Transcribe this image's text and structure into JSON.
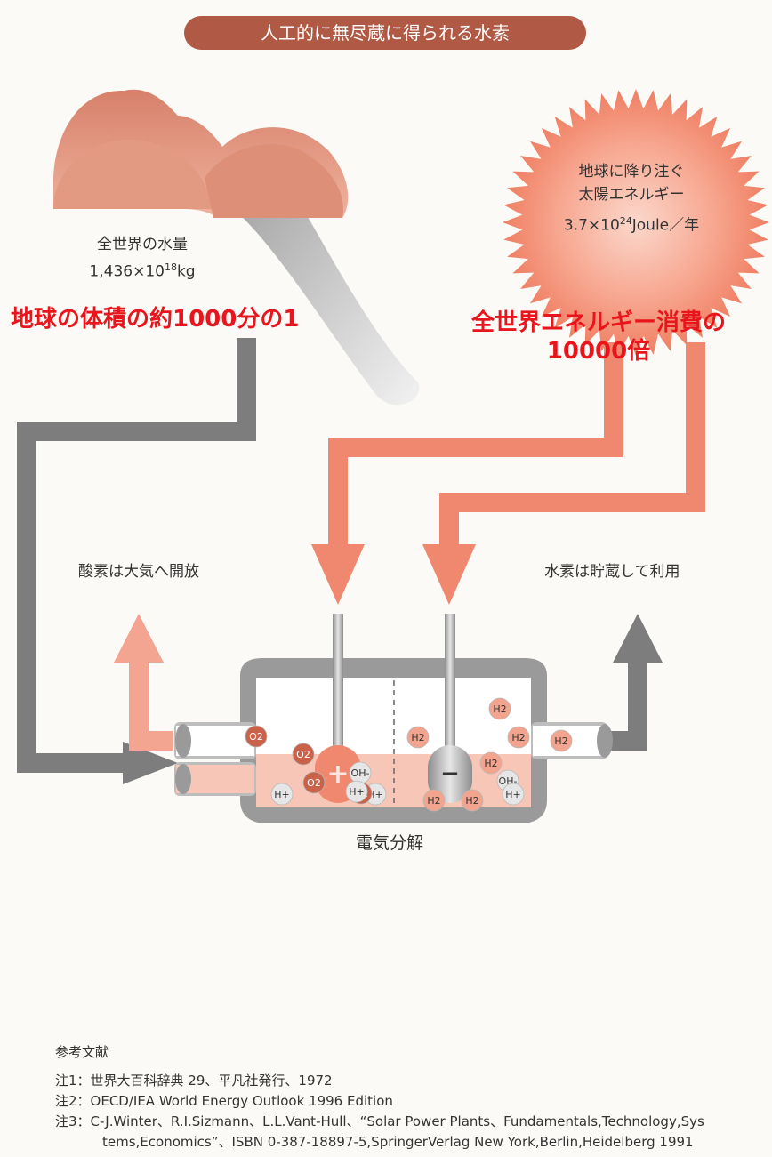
{
  "title": "人工的に無尽蔵に得られる水素",
  "water": {
    "label": "全世界の水量",
    "amount_base": "1,436×10",
    "amount_exp": "18",
    "amount_unit": "kg",
    "note": "地球の体積の約1000分の1"
  },
  "sun": {
    "label_line1": "地球に降り注ぐ",
    "label_line2": "太陽エネルギー",
    "energy_base": "3.7×10",
    "energy_exp": "24",
    "energy_unit": "Joule／年",
    "note_line1": "全世界エネルギー消費の",
    "note_line2": "10000倍"
  },
  "oxygen_release": "酸素は大気へ開放",
  "hydrogen_storage": "水素は貯蔵して利用",
  "process_label": "電気分解",
  "particles": {
    "o2": "O2",
    "h2": "H2",
    "hplus": "H+",
    "ohminus": "OH-",
    "plus_sign": "+",
    "minus_sign": "−"
  },
  "references": {
    "heading": "参考文献",
    "items": [
      "注1：世界大百科辞典 29、平凡社発行、1972",
      "注2：OECD/IEA World Energy Outlook 1996 Edition",
      "注3：C-J.Winter、R.I.Sizmann、L.L.Vant-Hull、“Solar Power Plants、Fundamentals,Technology,Sys",
      "tems,Economics”、ISBN 0-387-18897-5,SpringerVerlag New York,Berlin,Heidelberg 1991"
    ]
  },
  "colors": {
    "title_bg": "#b05a45",
    "salmon": "#f08870",
    "gray_arrow": "#7a7a7a",
    "highlight_red": "#e8161c",
    "liquid": "#f7c6b6"
  }
}
